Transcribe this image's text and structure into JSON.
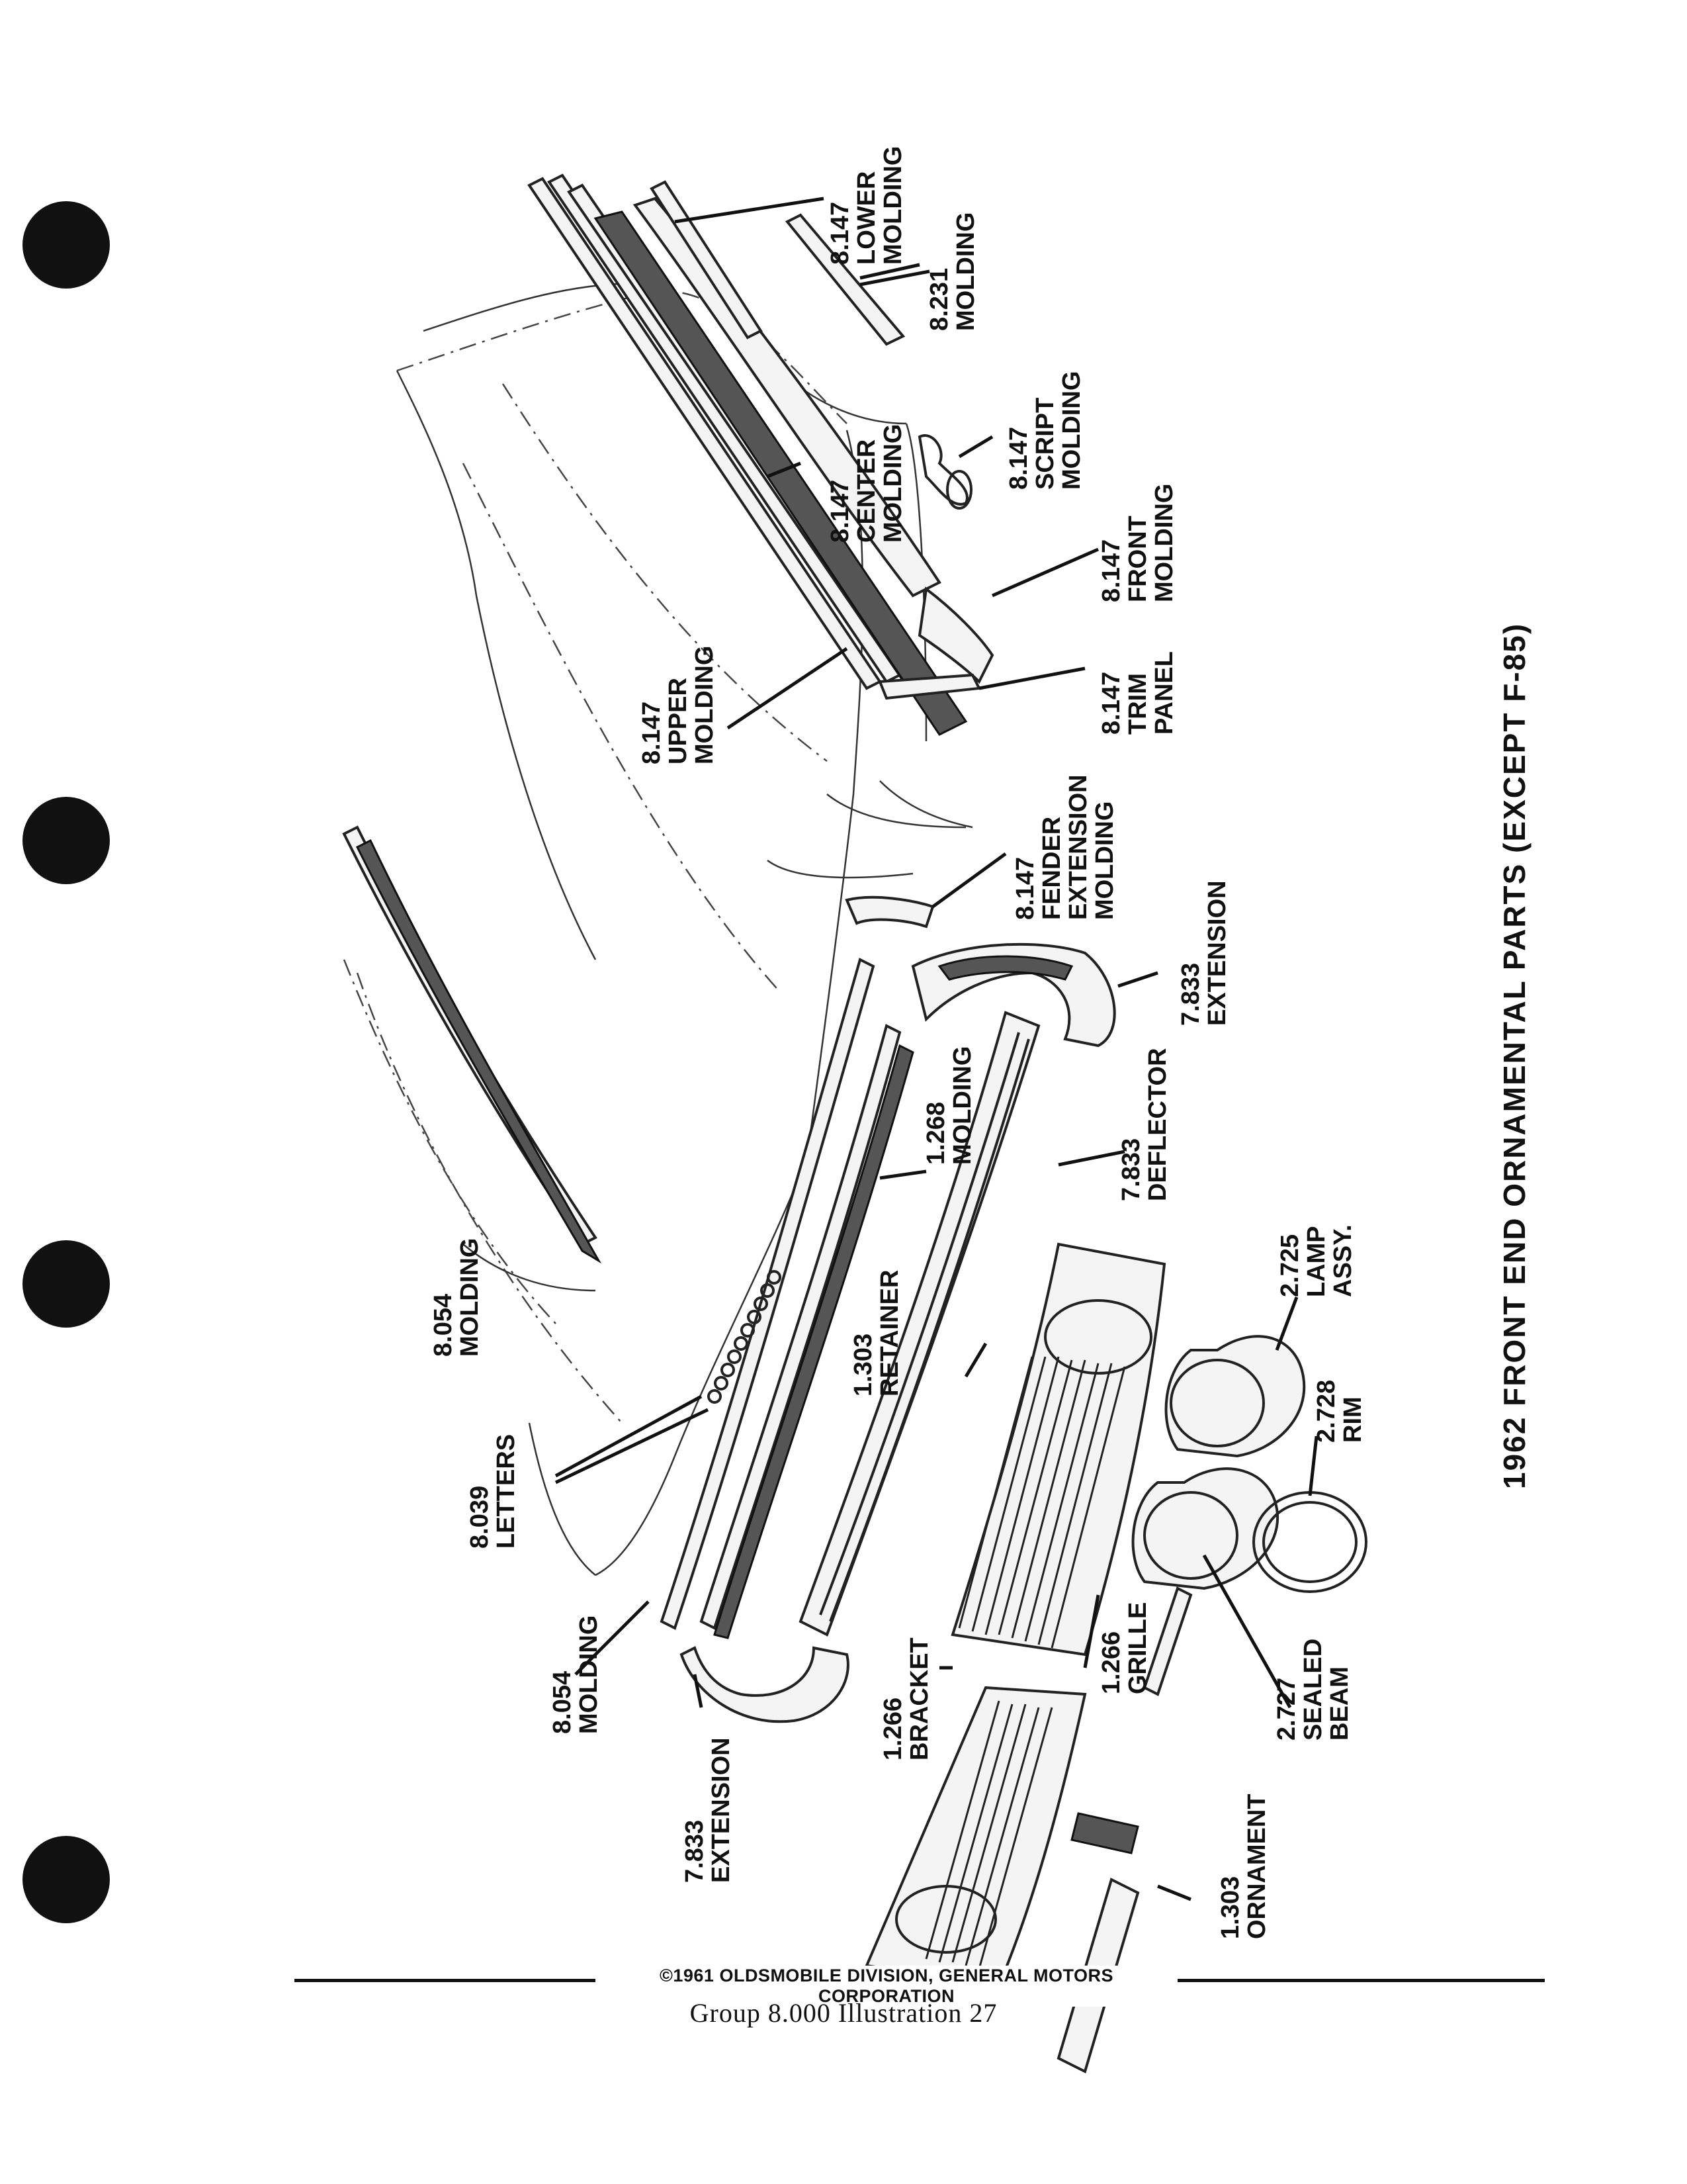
{
  "title": "1962 FRONT END ORNAMENTAL PARTS (EXCEPT F-85)",
  "callouts": {
    "lower_molding": {
      "num": "8.147",
      "lines": [
        "LOWER",
        "MOLDING"
      ]
    },
    "molding_8231": {
      "num": "8.231",
      "lines": [
        "MOLDING"
      ]
    },
    "script_molding": {
      "num": "8.147",
      "lines": [
        "SCRIPT",
        "MOLDING"
      ]
    },
    "center_molding": {
      "num": "8.147",
      "lines": [
        "CENTER",
        "MOLDING"
      ]
    },
    "front_molding": {
      "num": "8.147",
      "lines": [
        "FRONT",
        "MOLDING"
      ]
    },
    "trim_panel": {
      "num": "8.147",
      "lines": [
        "TRIM",
        "PANEL"
      ]
    },
    "upper_molding": {
      "num": "8.147",
      "lines": [
        "UPPER",
        "MOLDING"
      ]
    },
    "fender_extension_molding": {
      "num": "8.147",
      "lines": [
        "FENDER",
        "EXTENSION",
        "MOLDING"
      ]
    },
    "extension_right": {
      "num": "7.833",
      "lines": [
        "EXTENSION"
      ]
    },
    "deflector": {
      "num": "7.833",
      "lines": [
        "DEFLECTOR"
      ]
    },
    "molding_1268": {
      "num": "1.268",
      "lines": [
        "MOLDING"
      ]
    },
    "hood_molding": {
      "num": "8.054",
      "lines": [
        "MOLDING"
      ]
    },
    "retainer": {
      "num": "1.303",
      "lines": [
        "RETAINER"
      ]
    },
    "lamp_assy": {
      "num": "2.725",
      "lines": [
        "LAMP",
        "ASSY."
      ]
    },
    "rim": {
      "num": "2.728",
      "lines": [
        "RIM"
      ]
    },
    "letters": {
      "num": "8.039",
      "lines": [
        "LETTERS"
      ]
    },
    "lower_hood_molding": {
      "num": "8.054",
      "lines": [
        "MOLDING"
      ]
    },
    "bracket": {
      "num": "1.266",
      "lines": [
        "BRACKET"
      ]
    },
    "grille": {
      "num": "1.266",
      "lines": [
        "GRILLE"
      ]
    },
    "sealed_beam": {
      "num": "2.727",
      "lines": [
        "SEALED",
        "BEAM"
      ]
    },
    "extension_left": {
      "num": "7.833",
      "lines": [
        "EXTENSION"
      ]
    },
    "ornament": {
      "num": "1.303",
      "lines": [
        "ORNAMENT"
      ]
    }
  },
  "footer": {
    "copyright": "©1961 OLDSMOBILE DIVISION, GENERAL MOTORS CORPORATION",
    "group_line": "Group   8.000   Illustration 27"
  }
}
